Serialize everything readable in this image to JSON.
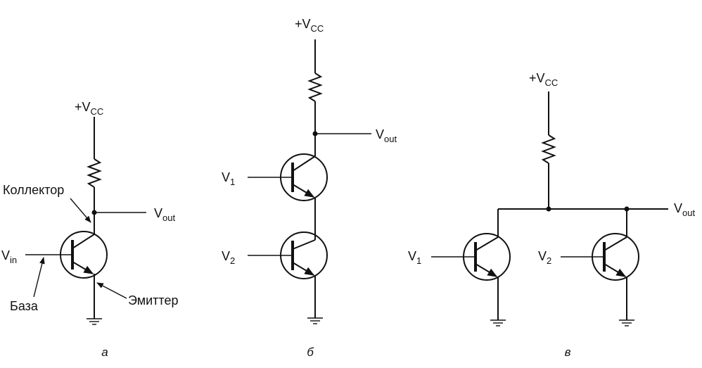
{
  "labels": {
    "vcc_prefix": "+V",
    "vcc_sub": "CC",
    "v": "V",
    "out_sub": "out",
    "in_sub": "in",
    "one_sub": "1",
    "two_sub": "2",
    "collector": "Коллектор",
    "base": "База",
    "emitter": "Эмиттер"
  },
  "captions": {
    "a": "а",
    "b": "б",
    "c": "в"
  }
}
